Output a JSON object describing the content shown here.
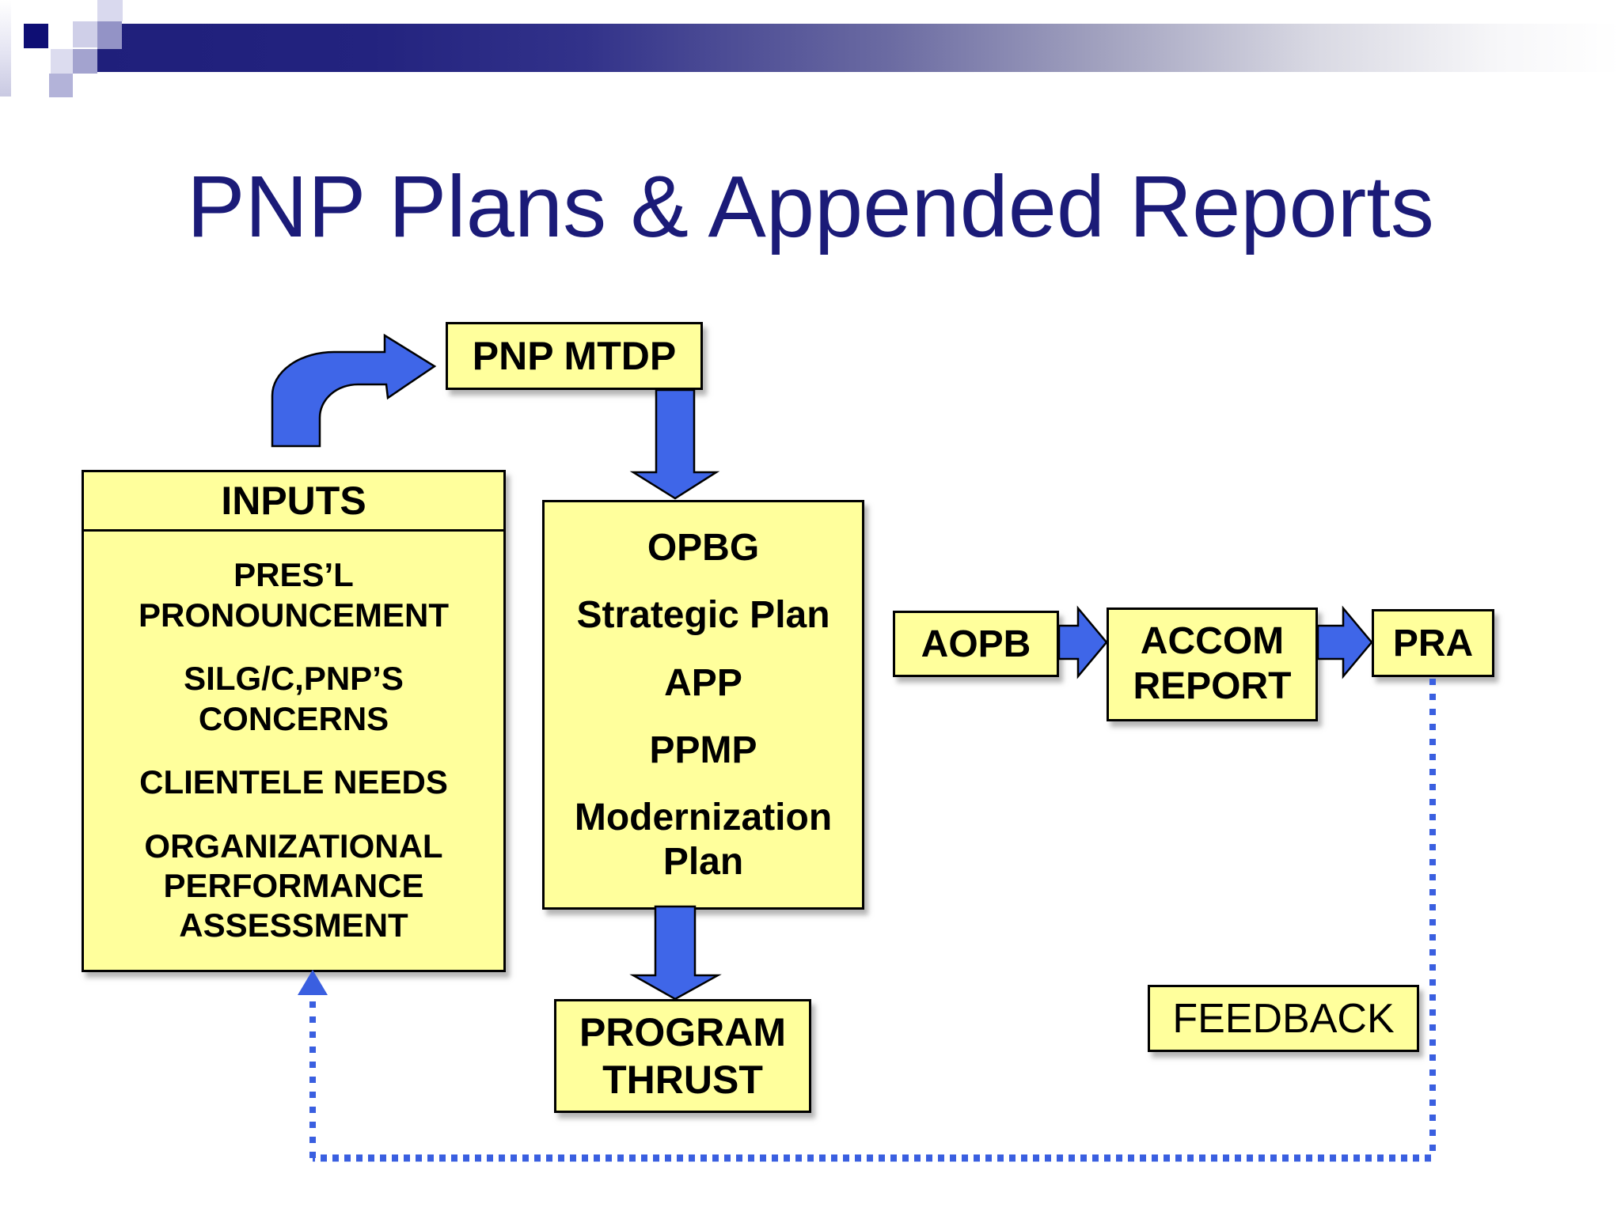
{
  "slide": {
    "title": "PNP Plans & Appended Reports",
    "title_color": "#1b1b78"
  },
  "diagram": {
    "nodes": {
      "pnp_mtdp": "PNP MTDP",
      "inputs_header": "INPUTS",
      "inputs_items": [
        "PRES’L PRONOUNCEMENT",
        "SILG/C,PNP’S CONCERNS",
        "CLIENTELE NEEDS",
        "ORGANIZATIONAL PERFORMANCE ASSESSMENT"
      ],
      "opbg_items": [
        "OPBG",
        "Strategic Plan",
        "APP",
        "PPMP",
        "Modernization Plan"
      ],
      "aopb": "AOPB",
      "accom_report": "ACCOM REPORT",
      "pra": "PRA",
      "program_thrust": "PROGRAM THRUST",
      "feedback": "FEEDBACK"
    },
    "colors": {
      "node_fill": "#ffff9c",
      "node_border": "#000000",
      "arrow_fill": "#3f66e8",
      "dotted_line": "#3a5fe0"
    }
  }
}
